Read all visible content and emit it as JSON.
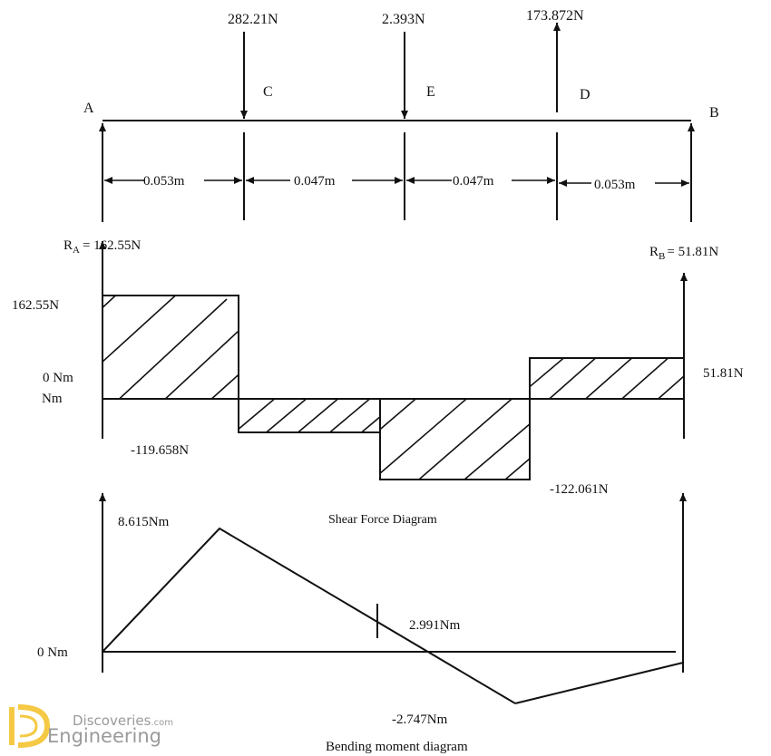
{
  "beam": {
    "labels": {
      "a": "A",
      "c": "C",
      "e": "E",
      "d": "D",
      "b": "B"
    },
    "loads": {
      "c": "282.21N",
      "e": "2.393N",
      "d": "173.872N"
    },
    "spans": [
      "0.053m",
      "0.047m",
      "0.047m",
      "0.053m"
    ],
    "reactions": {
      "ra_prefix": "R",
      "ra_sub": "A",
      "ra_value": "= 162.55N",
      "rb_prefix": "R",
      "rb_sub": "B",
      "rb_value": "= 51.81N"
    }
  },
  "shear": {
    "val_a": "162.55N",
    "zero_label_1": "0 Nm",
    "zero_label_2": "Nm",
    "val_ce": "-119.658N",
    "val_ed": "-122.061N",
    "val_db": "51.81N",
    "caption": "Shear Force Diagram"
  },
  "moment": {
    "val_c": "8.615Nm",
    "val_e": "2.991Nm",
    "val_d": "-2.747Nm",
    "zero_label": "0 Nm",
    "caption": "Bending moment diagram"
  },
  "watermark": {
    "line1": "Discoveries",
    "line1_suffix": ".com",
    "line2": "Engineering",
    "logo_letter": "D",
    "color": "#f2b705"
  }
}
